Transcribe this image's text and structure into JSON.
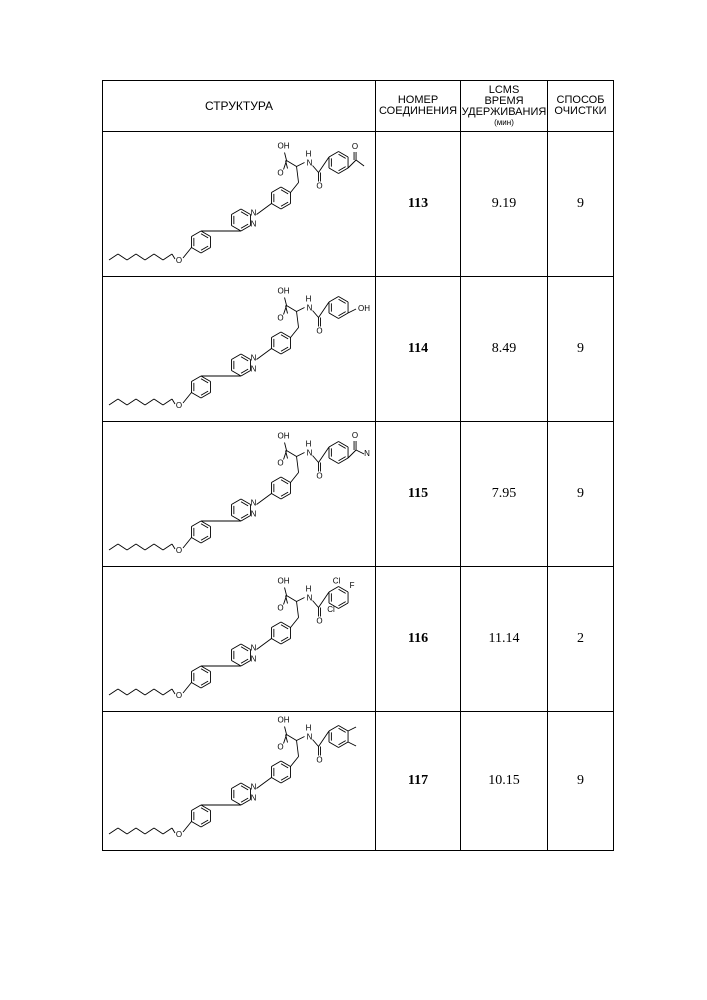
{
  "table": {
    "headers": {
      "structure": "СТРУКТУРА",
      "compound_line1": "НОМЕР",
      "compound_line2": "СОЕДИНЕНИЯ",
      "lcms_line1": "LCMS",
      "lcms_line2": "ВРЕМЯ",
      "lcms_line3": "УДЕРЖИВАНИЯ",
      "lcms_unit": "(мин)",
      "purification_line1": "СПОСОБ",
      "purification_line2": "ОЧИСТКИ"
    },
    "rows": [
      {
        "compound": "113",
        "retention_time": "9.19",
        "purification": "9",
        "substituent": "4-acetyl"
      },
      {
        "compound": "114",
        "retention_time": "8.49",
        "purification": "9",
        "substituent": "4-hydroxy"
      },
      {
        "compound": "115",
        "retention_time": "7.95",
        "purification": "9",
        "substituent": "4-carboxamide"
      },
      {
        "compound": "116",
        "retention_time": "11.14",
        "purification": "2",
        "substituent": "2,6-dichloro-3-fluoro"
      },
      {
        "compound": "117",
        "retention_time": "10.15",
        "purification": "9",
        "substituent": "3,4-dimethyl"
      }
    ]
  },
  "structure_labels": {
    "acid": "OH",
    "amide_nh": "H",
    "amide_n": "N",
    "carbonyl_o": "O",
    "ether_o": "O",
    "pyrimidine_n": "N",
    "hydroxy": "OH",
    "chloro": "Cl",
    "fluoro": "F",
    "amide_tail": "N"
  }
}
